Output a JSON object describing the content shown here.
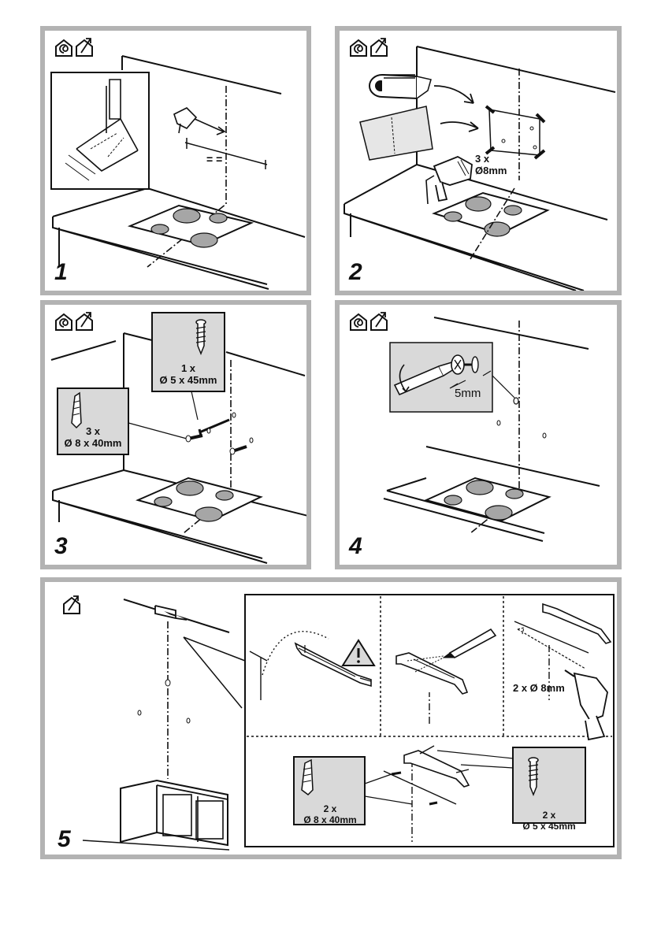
{
  "steps": [
    {
      "number": "1"
    },
    {
      "number": "2",
      "drill_count": "3 x",
      "drill_size": "Ø8mm"
    },
    {
      "number": "3",
      "screw_count": "1 x",
      "screw_size": "Ø 5 x 45mm",
      "plug_count": "3 x",
      "plug_size": "Ø 8 x 40mm"
    },
    {
      "number": "4",
      "gap": "5mm"
    },
    {
      "number": "5",
      "drill_label": "2 x Ø 8mm",
      "plug_count": "2 x",
      "plug_size": "Ø 8 x 40mm",
      "screw_count": "2 x",
      "screw_size": "Ø 5 x 45mm"
    }
  ],
  "icons": {
    "installer": "house-spiral-icon",
    "diy": "house-arrow-icon",
    "warning": "warning-triangle-icon"
  },
  "colors": {
    "frame": "#b3b3b3",
    "inset_fill": "#d9d9d9",
    "hob_zone": "#a6a6a6",
    "line": "#111111"
  }
}
